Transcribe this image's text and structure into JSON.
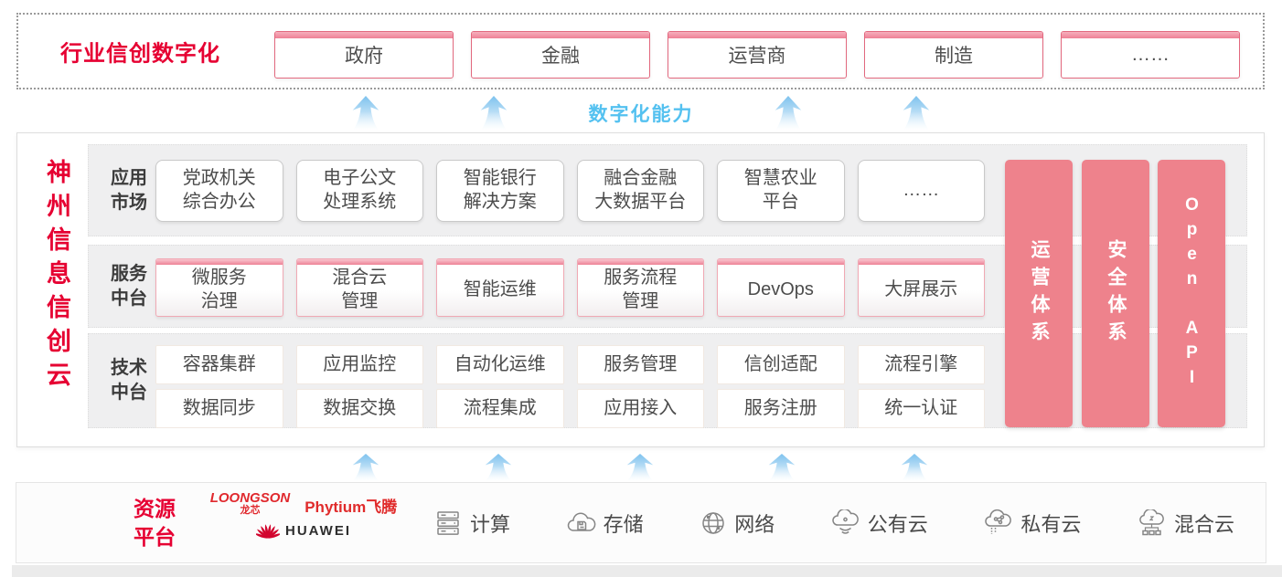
{
  "colors": {
    "accent_red": "#e60032",
    "pillar_pink": "#ee828c",
    "capability_blue": "#54c1f0"
  },
  "top": {
    "label": "行业信创数字化",
    "industries": [
      "政府",
      "金融",
      "运营商",
      "制造",
      "……"
    ]
  },
  "capability_label": "数字化能力",
  "platform": {
    "title": "神州信息信创云",
    "rows": [
      {
        "label_l1": "应用",
        "label_l2": "市场",
        "cards": [
          {
            "l1": "党政机关",
            "l2": "综合办公"
          },
          {
            "l1": "电子公文",
            "l2": "处理系统"
          },
          {
            "l1": "智能银行",
            "l2": "解决方案"
          },
          {
            "l1": "融合金融",
            "l2": "大数据平台"
          },
          {
            "l1": "智慧农业",
            "l2": "平台"
          },
          {
            "l1": "……"
          }
        ]
      },
      {
        "label_l1": "服务",
        "label_l2": "中台",
        "cards": [
          {
            "l1": "微服务",
            "l2": "治理"
          },
          {
            "l1": "混合云",
            "l2": "管理"
          },
          {
            "l1": "智能运维"
          },
          {
            "l1": "服务流程",
            "l2": "管理"
          },
          {
            "l1": "DevOps"
          },
          {
            "l1": "大屏展示"
          }
        ]
      },
      {
        "label_l1": "技术",
        "label_l2": "中台",
        "cards_top": [
          "容器集群",
          "应用监控",
          "自动化运维",
          "服务管理",
          "信创适配",
          "流程引擎"
        ],
        "cards_bottom": [
          "数据同步",
          "数据交换",
          "流程集成",
          "应用接入",
          "服务注册",
          "统一认证"
        ]
      }
    ],
    "pillars": [
      "运营体系",
      "安全体系",
      "Open API"
    ]
  },
  "resources": {
    "label_l1": "资源",
    "label_l2": "平台",
    "vendors": {
      "loongson": "LOONGSON",
      "loongson_sub": "龙芯",
      "phytium": "Phytium",
      "phytium_sub": "飞腾",
      "huawei": "HUAWEI"
    },
    "items": [
      {
        "icon": "compute-icon",
        "label": "计算"
      },
      {
        "icon": "storage-icon",
        "label": "存储"
      },
      {
        "icon": "network-icon",
        "label": "网络"
      },
      {
        "icon": "public-cloud-icon",
        "label": "公有云"
      },
      {
        "icon": "private-cloud-icon",
        "label": "私有云"
      },
      {
        "icon": "hybrid-cloud-icon",
        "label": "混合云"
      }
    ]
  }
}
